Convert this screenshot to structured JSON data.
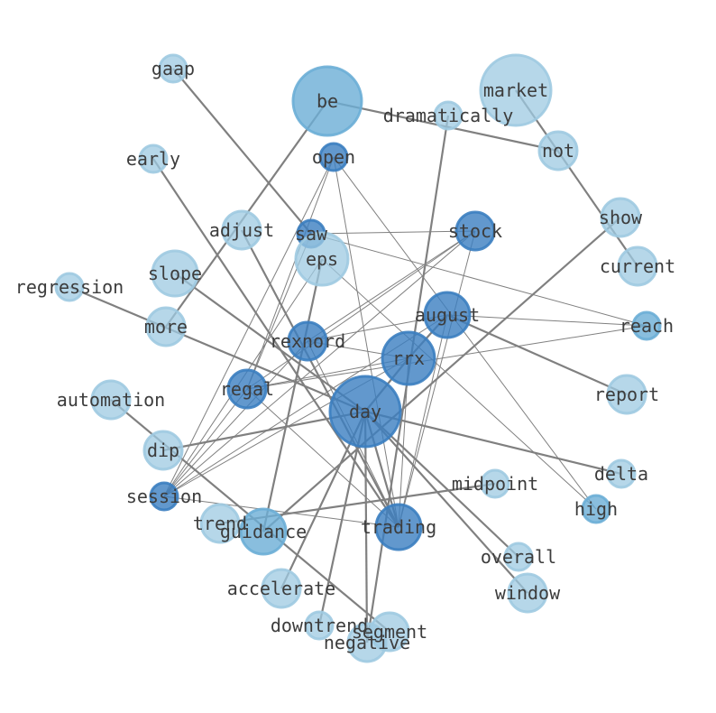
{
  "graph": {
    "palette": {
      "light": "#9ecae1",
      "mid": "#6baed6",
      "dark": "#3b7ec0",
      "edge": "#808080",
      "label": "#3c3c3c"
    },
    "nodes": [
      {
        "id": "gaap",
        "label": "gaap",
        "weight": 1,
        "tone": "light"
      },
      {
        "id": "be",
        "label": "be",
        "weight": 5,
        "tone": "mid"
      },
      {
        "id": "market",
        "label": "market",
        "weight": 6,
        "tone": "light"
      },
      {
        "id": "dramatically",
        "label": "dramatically",
        "weight": 1,
        "tone": "light"
      },
      {
        "id": "not",
        "label": "not",
        "weight": 2,
        "tone": "light"
      },
      {
        "id": "open",
        "label": "open",
        "weight": 1,
        "tone": "dark"
      },
      {
        "id": "early",
        "label": "early",
        "weight": 1,
        "tone": "light"
      },
      {
        "id": "show",
        "label": "show",
        "weight": 2,
        "tone": "light"
      },
      {
        "id": "adjust",
        "label": "adjust",
        "weight": 2,
        "tone": "light"
      },
      {
        "id": "saw",
        "label": "saw",
        "weight": 1,
        "tone": "dark"
      },
      {
        "id": "stock",
        "label": "stock",
        "weight": 2,
        "tone": "dark"
      },
      {
        "id": "eps",
        "label": "eps",
        "weight": 4,
        "tone": "light"
      },
      {
        "id": "current",
        "label": "current",
        "weight": 2,
        "tone": "light"
      },
      {
        "id": "slope",
        "label": "slope",
        "weight": 3,
        "tone": "light"
      },
      {
        "id": "regression",
        "label": "regression",
        "weight": 1,
        "tone": "light"
      },
      {
        "id": "august",
        "label": "august",
        "weight": 3,
        "tone": "dark"
      },
      {
        "id": "more",
        "label": "more",
        "weight": 2,
        "tone": "light"
      },
      {
        "id": "reach",
        "label": "reach",
        "weight": 1,
        "tone": "mid"
      },
      {
        "id": "rexnord",
        "label": "rexnord",
        "weight": 2,
        "tone": "dark"
      },
      {
        "id": "rrx",
        "label": "rrx",
        "weight": 4,
        "tone": "dark"
      },
      {
        "id": "report",
        "label": "report",
        "weight": 2,
        "tone": "light"
      },
      {
        "id": "regal",
        "label": "regal",
        "weight": 2,
        "tone": "dark"
      },
      {
        "id": "automation",
        "label": "automation",
        "weight": 2,
        "tone": "light"
      },
      {
        "id": "day",
        "label": "day",
        "weight": 6,
        "tone": "dark"
      },
      {
        "id": "dip",
        "label": "dip",
        "weight": 2,
        "tone": "light"
      },
      {
        "id": "delta",
        "label": "delta",
        "weight": 1,
        "tone": "light"
      },
      {
        "id": "midpoint",
        "label": "midpoint",
        "weight": 1,
        "tone": "light"
      },
      {
        "id": "session",
        "label": "session",
        "weight": 1,
        "tone": "dark"
      },
      {
        "id": "high",
        "label": "high",
        "weight": 1,
        "tone": "mid"
      },
      {
        "id": "trend",
        "label": "trend",
        "weight": 2,
        "tone": "light"
      },
      {
        "id": "guidance",
        "label": "guidance",
        "weight": 3,
        "tone": "mid"
      },
      {
        "id": "trading",
        "label": "trading",
        "weight": 3,
        "tone": "dark"
      },
      {
        "id": "overall",
        "label": "overall",
        "weight": 1,
        "tone": "light"
      },
      {
        "id": "accelerate",
        "label": "accelerate",
        "weight": 2,
        "tone": "light"
      },
      {
        "id": "window",
        "label": "window",
        "weight": 2,
        "tone": "light"
      },
      {
        "id": "downtrend",
        "label": "downtrend",
        "weight": 1,
        "tone": "light"
      },
      {
        "id": "segment",
        "label": "segment",
        "weight": 2,
        "tone": "light"
      },
      {
        "id": "negative",
        "label": "negative",
        "weight": 2,
        "tone": "light"
      }
    ],
    "edges": [
      [
        "gaap",
        "saw",
        2
      ],
      [
        "be",
        "not",
        2
      ],
      [
        "market",
        "current",
        2
      ],
      [
        "dramatically",
        "negative",
        2
      ],
      [
        "early",
        "trading",
        2
      ],
      [
        "show",
        "guidance",
        2
      ],
      [
        "slope",
        "day",
        2
      ],
      [
        "regression",
        "day",
        2
      ],
      [
        "august",
        "report",
        2
      ],
      [
        "august",
        "rrx",
        2
      ],
      [
        "more",
        "be",
        2
      ],
      [
        "automation",
        "segment",
        2
      ],
      [
        "day",
        "delta",
        2
      ],
      [
        "day",
        "accelerate",
        2
      ],
      [
        "day",
        "downtrend",
        2
      ],
      [
        "day",
        "negative",
        2
      ],
      [
        "day",
        "trading",
        2
      ],
      [
        "day",
        "window",
        2
      ],
      [
        "day",
        "dip",
        2
      ],
      [
        "day",
        "overall",
        2
      ],
      [
        "eps",
        "guidance",
        2
      ],
      [
        "midpoint",
        "trend",
        2
      ],
      [
        "adjust",
        "trading",
        2
      ],
      [
        "rrx",
        "day",
        2
      ],
      [
        "open",
        "regal",
        1
      ],
      [
        "open",
        "session",
        1
      ],
      [
        "open",
        "trading",
        1
      ],
      [
        "open",
        "high",
        1
      ],
      [
        "saw",
        "stock",
        1
      ],
      [
        "saw",
        "reach",
        1
      ],
      [
        "saw",
        "regal",
        1
      ],
      [
        "stock",
        "rexnord",
        1
      ],
      [
        "stock",
        "regal",
        1
      ],
      [
        "stock",
        "trading",
        1
      ],
      [
        "stock",
        "session",
        1
      ],
      [
        "eps",
        "high",
        1
      ],
      [
        "eps",
        "session",
        1
      ],
      [
        "august",
        "rexnord",
        1
      ],
      [
        "august",
        "reach",
        1
      ],
      [
        "august",
        "trading",
        1
      ],
      [
        "august",
        "session",
        1
      ],
      [
        "rexnord",
        "rrx",
        1
      ],
      [
        "rexnord",
        "trading",
        1
      ],
      [
        "rexnord",
        "session",
        1
      ],
      [
        "rrx",
        "regal",
        1
      ],
      [
        "rrx",
        "session",
        1
      ],
      [
        "rrx",
        "trading",
        1
      ],
      [
        "regal",
        "reach",
        1
      ],
      [
        "regal",
        "session",
        1
      ],
      [
        "regal",
        "trading",
        1
      ],
      [
        "session",
        "trading",
        1
      ]
    ]
  }
}
